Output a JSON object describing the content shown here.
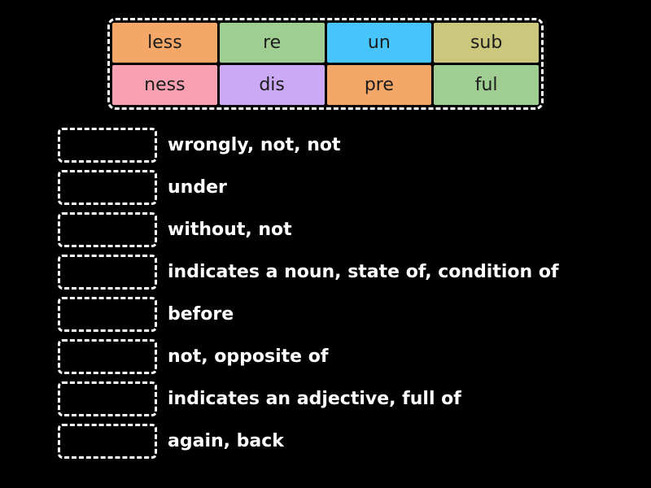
{
  "activity": {
    "kind": "match-up-prefix-suffix-game",
    "background_color": "#000000",
    "dash_border_color": "#ffffff",
    "tray": {
      "tiles": [
        {
          "label": "less",
          "color": "#F4A766"
        },
        {
          "label": "re",
          "color": "#A0CD92"
        },
        {
          "label": "un",
          "color": "#47C5FB"
        },
        {
          "label": "sub",
          "color": "#CBC87D"
        },
        {
          "label": "ness",
          "color": "#F9A0B2"
        },
        {
          "label": "dis",
          "color": "#CCA9F4"
        },
        {
          "label": "pre",
          "color": "#F4A766"
        },
        {
          "label": "ful",
          "color": "#A0CD92"
        }
      ]
    },
    "definitions": [
      {
        "text": "wrongly, not, not"
      },
      {
        "text": "under"
      },
      {
        "text": "without, not"
      },
      {
        "text": "indicates a noun, state of, condition of"
      },
      {
        "text": "before"
      },
      {
        "text": "not, opposite of"
      },
      {
        "text": "indicates an adjective, full of"
      },
      {
        "text": "again, back"
      }
    ]
  }
}
